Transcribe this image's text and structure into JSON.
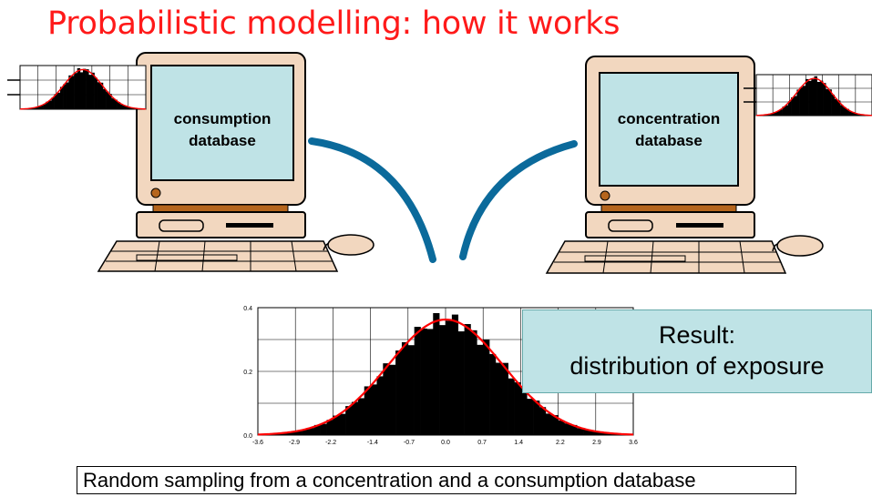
{
  "title": "Probabilistic modelling: how it works",
  "left_computer": {
    "line1": "consumption",
    "line2": "database"
  },
  "right_computer": {
    "line1": "concentration",
    "line2": "database"
  },
  "result": {
    "line1": "Result:",
    "line2": "distribution of exposure"
  },
  "caption": "Random sampling from a concentration and a consumption database",
  "colors": {
    "title": "#ff1a1a",
    "curve": "#ff0000",
    "arc": "#0b6a9b",
    "screen": "#bfe3e6",
    "computer": "#f2d7bf"
  },
  "chart_data": {
    "type": "bar",
    "y_ticks": [
      "0.0",
      "0.2",
      "0.4"
    ],
    "ylim": [
      0,
      0.4
    ],
    "x_ticks": [
      "-3.6",
      "-2.9",
      "-2.2",
      "-1.4",
      "-0.7",
      "0.0",
      "0.7",
      "1.4",
      "2.2",
      "2.9",
      "3.6"
    ],
    "xlim": [
      -3.6,
      3.6
    ],
    "series": [
      {
        "distribution": "normal",
        "mean": 0,
        "sd": 1.1
      }
    ],
    "grid": true
  }
}
